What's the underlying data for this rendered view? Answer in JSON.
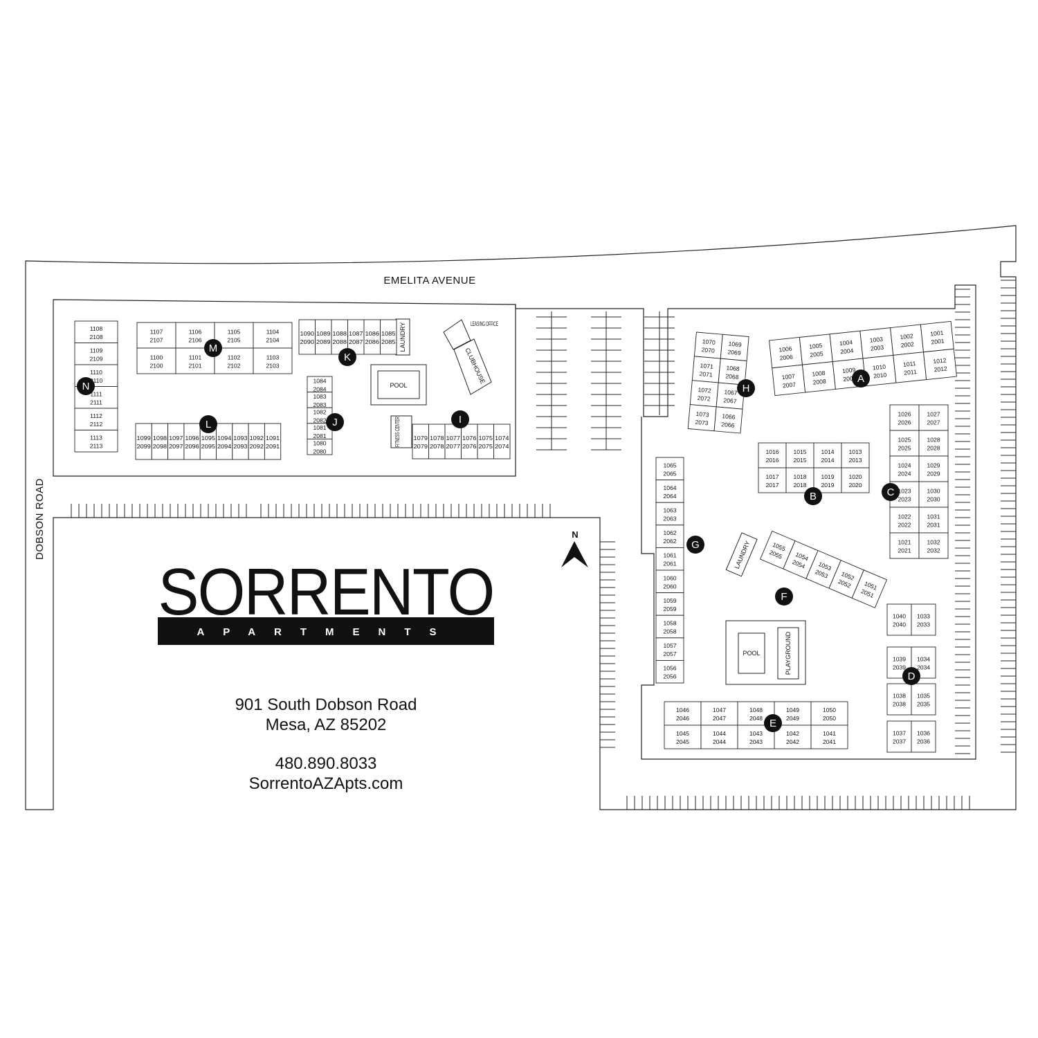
{
  "roads": {
    "north": "EMELITA AVENUE",
    "west": "DOBSON ROAD"
  },
  "logo": {
    "name": "SORRENTO",
    "tagline": "APARTMENTS"
  },
  "compass": "N",
  "address": {
    "line1": "901 South Dobson Road",
    "line2": "Mesa, AZ 85202"
  },
  "contact": {
    "phone": "480.890.8033",
    "website": "SorrentoAZApts.com"
  },
  "amenities": {
    "pool_north": "POOL",
    "pool_south": "POOL",
    "playground": "PLAYGROUND",
    "laundry_k": "LAUNDRY",
    "laundry_f": "LAUNDRY",
    "fitness": "FITNESS CENTER",
    "leasing_office": "LEASING OFFICE",
    "clubhouse": "CLUBHOUSE"
  },
  "buildings": [
    {
      "label": "A",
      "units": [
        [
          "1006",
          "2006"
        ],
        [
          "1005",
          "2005"
        ],
        [
          "1004",
          "2004"
        ],
        [
          "1003",
          "2003"
        ],
        [
          "1002",
          "2002"
        ],
        [
          "1001",
          "2001"
        ],
        [
          "1007",
          "2007"
        ],
        [
          "1008",
          "2008"
        ],
        [
          "1009",
          "2009"
        ],
        [
          "1010",
          "2010"
        ],
        [
          "1011",
          "2011"
        ],
        [
          "1012",
          "2012"
        ]
      ]
    },
    {
      "label": "B",
      "units": [
        [
          "1016",
          "2016"
        ],
        [
          "1015",
          "2015"
        ],
        [
          "1014",
          "2014"
        ],
        [
          "1013",
          "2013"
        ],
        [
          "1017",
          "2017"
        ],
        [
          "1018",
          "2018"
        ],
        [
          "1019",
          "2019"
        ],
        [
          "1020",
          "2020"
        ]
      ]
    },
    {
      "label": "C",
      "units": [
        [
          "1026",
          "2026"
        ],
        [
          "1027",
          "2027"
        ],
        [
          "1025",
          "2025"
        ],
        [
          "1028",
          "2028"
        ],
        [
          "1024",
          "2024"
        ],
        [
          "1029",
          "2029"
        ],
        [
          "1023",
          "2023"
        ],
        [
          "1030",
          "2030"
        ],
        [
          "1022",
          "2022"
        ],
        [
          "1031",
          "2031"
        ],
        [
          "1021",
          "2021"
        ],
        [
          "1032",
          "2032"
        ]
      ]
    },
    {
      "label": "D",
      "units": [
        [
          "1040",
          "2040"
        ],
        [
          "1033",
          "2033"
        ],
        [
          "1039",
          "2039"
        ],
        [
          "1034",
          "2034"
        ],
        [
          "1038",
          "2038"
        ],
        [
          "1035",
          "2035"
        ],
        [
          "1037",
          "2037"
        ],
        [
          "1036",
          "2036"
        ]
      ]
    },
    {
      "label": "E",
      "units": [
        [
          "1046",
          "2046"
        ],
        [
          "1047",
          "2047"
        ],
        [
          "1048",
          "2048"
        ],
        [
          "1049",
          "2049"
        ],
        [
          "1050",
          "2050"
        ],
        [
          "1045",
          "2045"
        ],
        [
          "1044",
          "2044"
        ],
        [
          "1043",
          "2043"
        ],
        [
          "1042",
          "2042"
        ],
        [
          "1041",
          "2041"
        ]
      ]
    },
    {
      "label": "F",
      "units": [
        [
          "1055",
          "2055"
        ],
        [
          "1054",
          "2054"
        ],
        [
          "1053",
          "2053"
        ],
        [
          "1052",
          "2052"
        ],
        [
          "1051",
          "2051"
        ]
      ]
    },
    {
      "label": "G",
      "units": [
        [
          "1065",
          "2065"
        ],
        [
          "1064",
          "2064"
        ],
        [
          "1063",
          "2063"
        ],
        [
          "1062",
          "2062"
        ],
        [
          "1061",
          "2061"
        ],
        [
          "1060",
          "2060"
        ],
        [
          "1059",
          "2059"
        ],
        [
          "1058",
          "2058"
        ],
        [
          "1057",
          "2057"
        ],
        [
          "1056",
          "2056"
        ]
      ]
    },
    {
      "label": "H",
      "units": [
        [
          "1070",
          "2070"
        ],
        [
          "1069",
          "2069"
        ],
        [
          "1071",
          "2071"
        ],
        [
          "1068",
          "2068"
        ],
        [
          "1072",
          "2072"
        ],
        [
          "1067",
          "2067"
        ],
        [
          "1073",
          "2073"
        ],
        [
          "1066",
          "2066"
        ]
      ]
    },
    {
      "label": "I",
      "units": [
        [
          "1079",
          "2079"
        ],
        [
          "1078",
          "2078"
        ],
        [
          "1077",
          "2077"
        ],
        [
          "1076",
          "2076"
        ],
        [
          "1075",
          "2075"
        ],
        [
          "1074",
          "2074"
        ]
      ]
    },
    {
      "label": "J",
      "units": [
        [
          "1084",
          "2084"
        ],
        [
          "1083",
          "2083"
        ],
        [
          "1082",
          "2082"
        ],
        [
          "1081",
          "2081"
        ],
        [
          "1080",
          "2080"
        ]
      ]
    },
    {
      "label": "K",
      "units": [
        [
          "1090",
          "2090"
        ],
        [
          "1089",
          "2089"
        ],
        [
          "1088",
          "2088"
        ],
        [
          "1087",
          "2087"
        ],
        [
          "1086",
          "2086"
        ],
        [
          "1085",
          "2085"
        ]
      ]
    },
    {
      "label": "L",
      "units": [
        [
          "1099",
          "2099"
        ],
        [
          "1098",
          "2098"
        ],
        [
          "1097",
          "2097"
        ],
        [
          "1096",
          "2096"
        ],
        [
          "1095",
          "2095"
        ],
        [
          "1094",
          "2094"
        ],
        [
          "1093",
          "2093"
        ],
        [
          "1092",
          "2092"
        ],
        [
          "1091",
          "2091"
        ]
      ]
    },
    {
      "label": "M",
      "units": [
        [
          "1107",
          "2107"
        ],
        [
          "1106",
          "2106"
        ],
        [
          "1105",
          "2105"
        ],
        [
          "1104",
          "2104"
        ],
        [
          "1100",
          "2100"
        ],
        [
          "1101",
          "2101"
        ],
        [
          "1102",
          "2102"
        ],
        [
          "1103",
          "2103"
        ]
      ]
    },
    {
      "label": "N",
      "units": [
        [
          "1108",
          "2108"
        ],
        [
          "1109",
          "2109"
        ],
        [
          "1110",
          "2110"
        ],
        [
          "1111",
          "2111"
        ],
        [
          "1112",
          "2112"
        ],
        [
          "1113",
          "2113"
        ]
      ]
    }
  ]
}
